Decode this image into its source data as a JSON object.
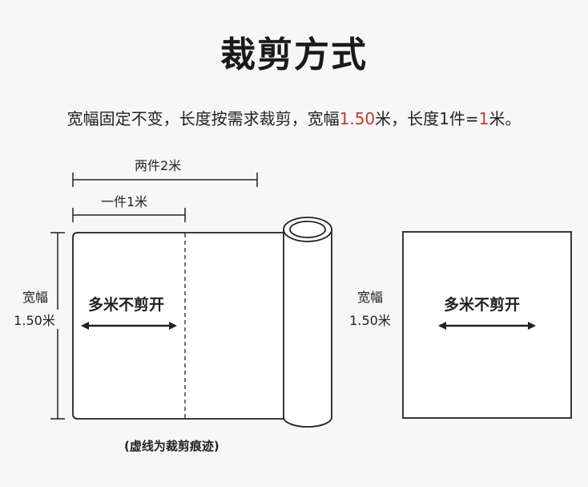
{
  "title": "裁剪方式",
  "description": {
    "part1": "宽幅固定不变，长度按需求裁剪，宽幅",
    "width_value": "1.50",
    "part2": "米，长度1件=",
    "length_value": "1",
    "part3": "米。"
  },
  "left_diagram": {
    "two_pieces_label": "两件2米",
    "one_piece_label": "一件1米",
    "width_label_line1": "宽幅",
    "width_label_line2": "1.50米",
    "multi_meter_label": "多米不剪开",
    "note": "(虚线为裁剪痕迹)"
  },
  "right_diagram": {
    "width_label_line1": "宽幅",
    "width_label_line2": "1.50米",
    "multi_meter_label": "多米不剪开"
  },
  "colors": {
    "accent_red": "#c0392b",
    "line": "#222222",
    "background": "#f7f7f7"
  }
}
